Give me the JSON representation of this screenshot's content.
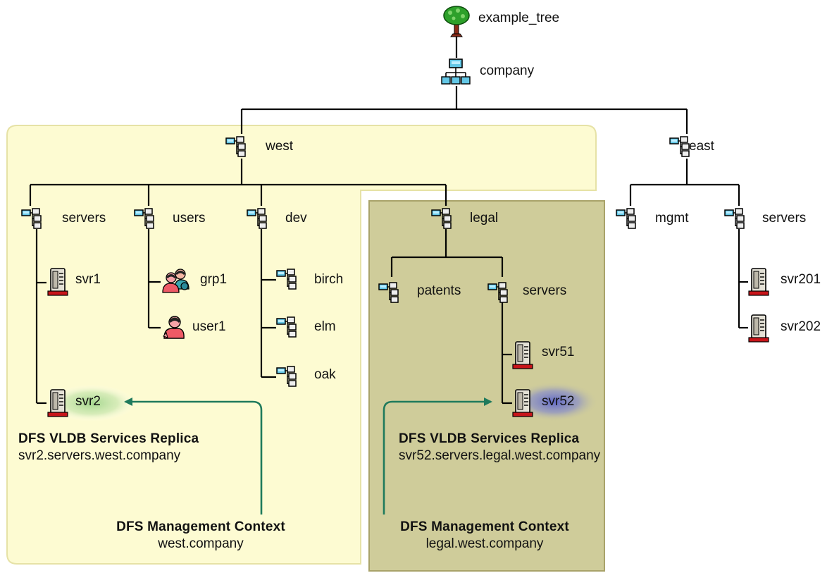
{
  "tree": {
    "root": "example_tree",
    "org": "company",
    "west": "west",
    "east": "east",
    "west_servers": "servers",
    "users": "users",
    "dev": "dev",
    "legal": "legal",
    "mgmt": "mgmt",
    "east_servers": "servers",
    "svr1": "svr1",
    "svr2": "svr2",
    "grp1": "grp1",
    "user1": "user1",
    "birch": "birch",
    "elm": "elm",
    "oak": "oak",
    "patents": "patents",
    "legal_servers": "servers",
    "svr51": "svr51",
    "svr52": "svr52",
    "svr201": "svr201",
    "svr202": "svr202"
  },
  "callouts": {
    "west_replica": {
      "title": "DFS VLDB Services Replica",
      "subtitle": "svr2.servers.west.company"
    },
    "legal_replica": {
      "title": "DFS VLDB Services Replica",
      "subtitle": "svr52.servers.legal.west.company"
    },
    "west_context": {
      "title": "DFS Management Context",
      "subtitle": "west.company"
    },
    "legal_context": {
      "title": "DFS Management Context",
      "subtitle": "legal.west.company"
    }
  },
  "colors": {
    "west_region": "#fdfbd2",
    "west_region_border": "#e6e2a6",
    "legal_region": "#cfcc9a",
    "legal_region_border": "#a9a36a",
    "arrow": "#1f7a5c",
    "svr2_highlight": "#9fd48a",
    "svr52_highlight": "#5a63c8"
  },
  "icons": {
    "root": "tree-icon",
    "org": "organization-icon",
    "ou": "organizational-unit-icon",
    "server": "server-icon",
    "group": "group-icon",
    "user": "user-icon"
  }
}
